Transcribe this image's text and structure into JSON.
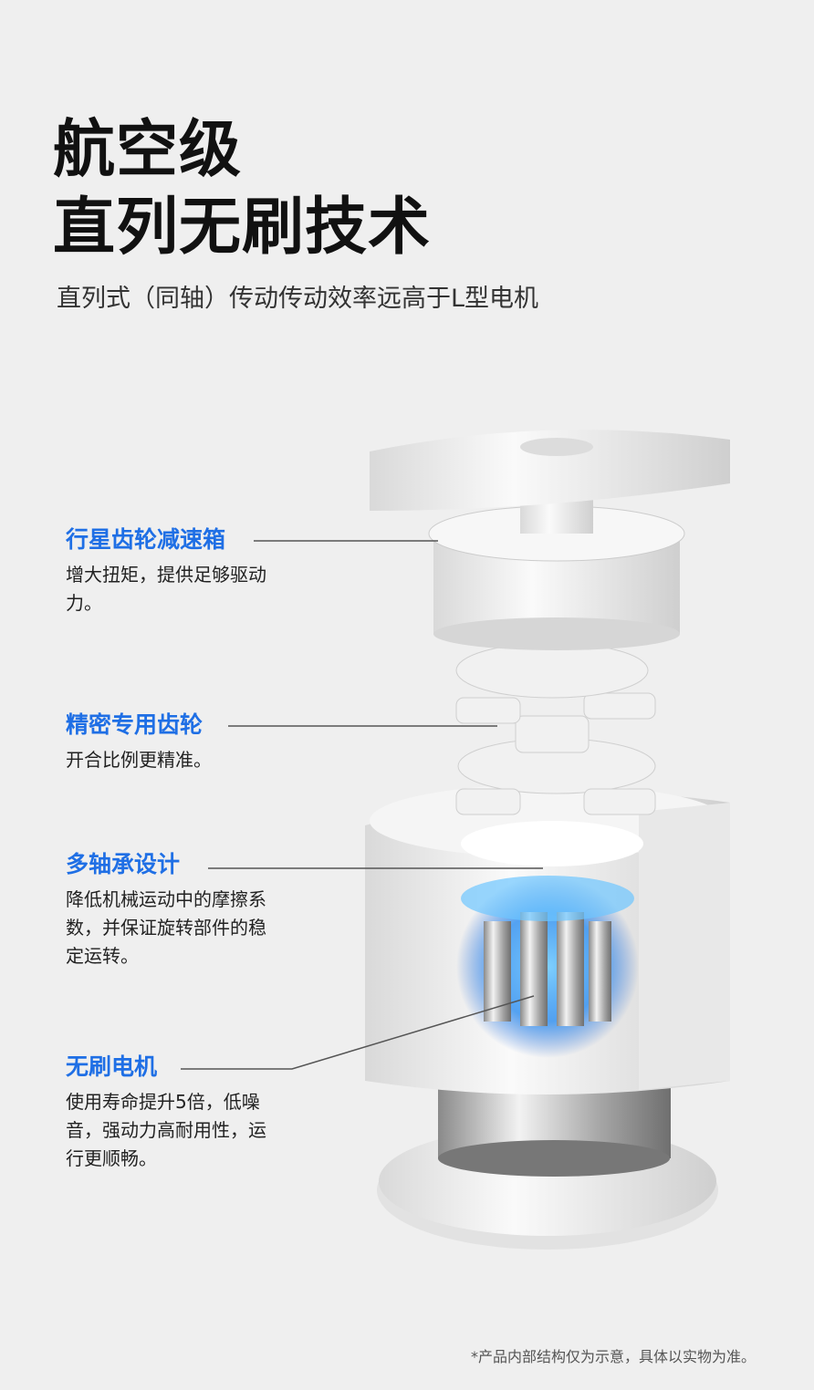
{
  "header": {
    "title_line1": "航空级",
    "title_line2": "直列无刷技术",
    "subtitle": "直列式（同轴）传动传动效率远高于L型电机"
  },
  "callouts": [
    {
      "title": "行星齿轮减速箱",
      "desc": "增大扭矩，提供足够驱动力。"
    },
    {
      "title": "精密专用齿轮",
      "desc": "开合比例更精准。"
    },
    {
      "title": "多轴承设计",
      "desc": "降低机械运动中的摩擦系数，并保证旋转部件的稳定运转。"
    },
    {
      "title": "无刷电机",
      "desc": "使用寿命提升5倍，低噪音，强动力高耐用性，运行更顺畅。"
    }
  ],
  "footnote": "*产品内部结构仅为示意，具体以实物为准。",
  "colors": {
    "accent": "#1f6fe5",
    "background": "#efefef",
    "glow": "#38a8ff"
  }
}
